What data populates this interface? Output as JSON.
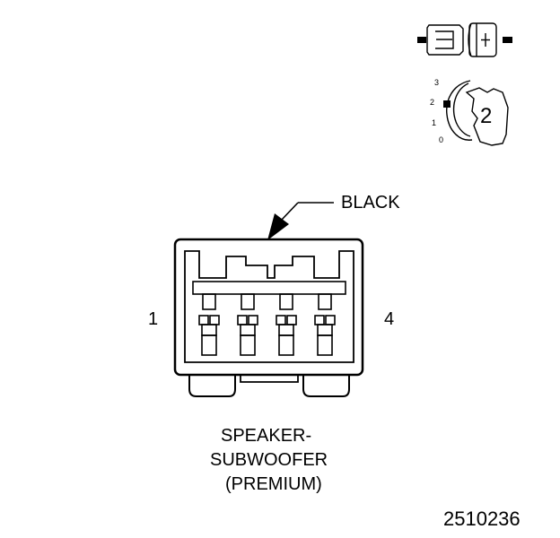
{
  "connector": {
    "color_label": "BLACK",
    "pin_first": "1",
    "pin_last": "4",
    "pin_count": 4
  },
  "caption": {
    "line1": "SPEAKER-",
    "line2": "SUBWOOFER",
    "line3": "(PREMIUM)"
  },
  "figure_id": "2510236",
  "view_indicator": {
    "view_number": "2",
    "scale_labels": [
      "3",
      "2",
      "1",
      "0"
    ]
  }
}
